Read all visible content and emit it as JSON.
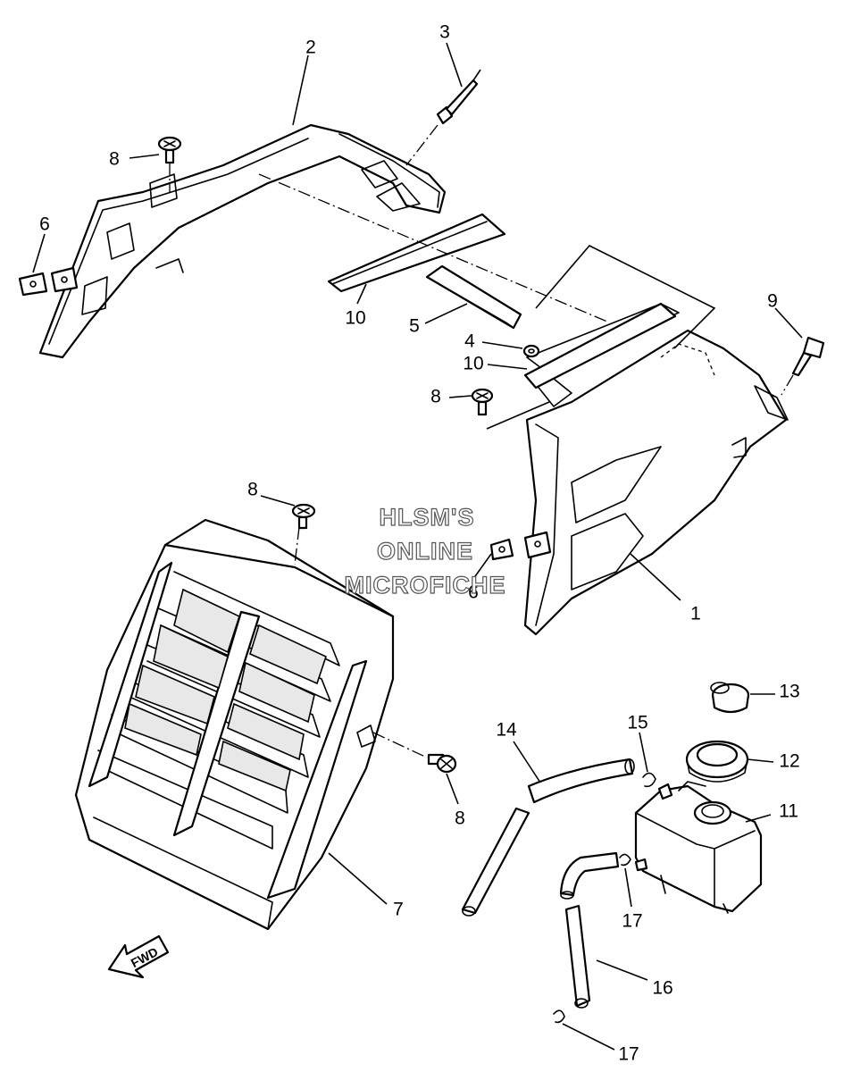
{
  "watermark": {
    "line1": "HLSM'S",
    "line2": "ONLINE",
    "line3": "MICROFICHE"
  },
  "direction_badge": {
    "label": "FWD"
  },
  "callouts": [
    {
      "id": "c1",
      "number": "1"
    },
    {
      "id": "c2",
      "number": "2"
    },
    {
      "id": "c3",
      "number": "3"
    },
    {
      "id": "c4",
      "number": "4"
    },
    {
      "id": "c5",
      "number": "5"
    },
    {
      "id": "c6a",
      "number": "6"
    },
    {
      "id": "c6b",
      "number": "6"
    },
    {
      "id": "c7",
      "number": "7"
    },
    {
      "id": "c8a",
      "number": "8"
    },
    {
      "id": "c8b",
      "number": "8"
    },
    {
      "id": "c8c",
      "number": "8"
    },
    {
      "id": "c8d",
      "number": "8"
    },
    {
      "id": "c9",
      "number": "9"
    },
    {
      "id": "c10a",
      "number": "10"
    },
    {
      "id": "c10b",
      "number": "10"
    },
    {
      "id": "c11",
      "number": "11"
    },
    {
      "id": "c12",
      "number": "12"
    },
    {
      "id": "c13",
      "number": "13"
    },
    {
      "id": "c14",
      "number": "14"
    },
    {
      "id": "c15",
      "number": "15"
    },
    {
      "id": "c16",
      "number": "16"
    },
    {
      "id": "c17a",
      "number": "17"
    },
    {
      "id": "c17b",
      "number": "17"
    }
  ]
}
